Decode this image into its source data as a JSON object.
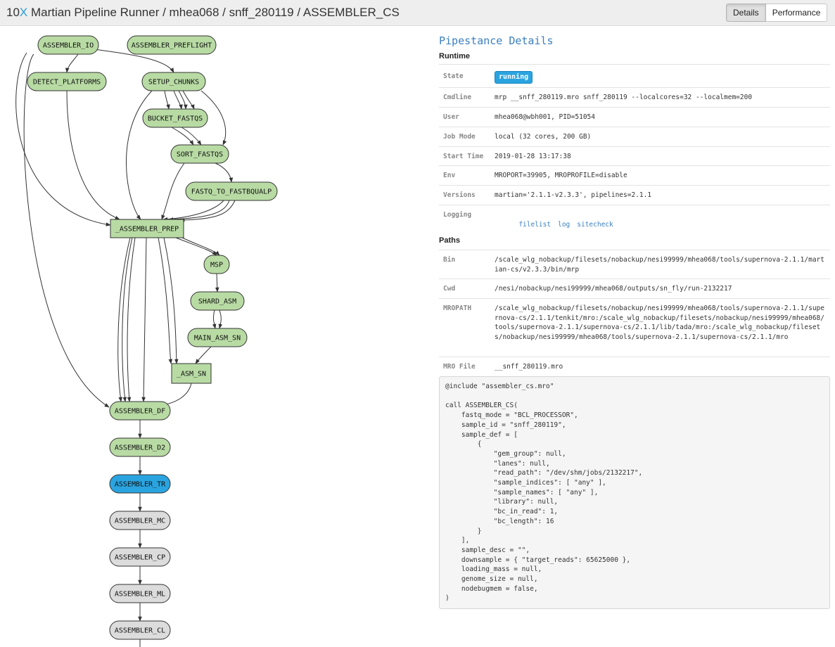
{
  "header": {
    "brand_prefix": "10",
    "brand_x": "X",
    "title": "Martian Pipeline Runner / mhea068 / snff_280119 / ASSEMBLER_CS",
    "tabs": [
      "Details",
      "Performance"
    ]
  },
  "graph": {
    "nodes": [
      {
        "id": "io",
        "label": "ASSEMBLER_IO",
        "status": "complete"
      },
      {
        "id": "preflight",
        "label": "ASSEMBLER_PREFLIGHT",
        "status": "complete"
      },
      {
        "id": "detect",
        "label": "DETECT_PLATFORMS",
        "status": "complete"
      },
      {
        "id": "setup",
        "label": "SETUP_CHUNKS",
        "status": "complete"
      },
      {
        "id": "bucket",
        "label": "BUCKET_FASTQS",
        "status": "complete"
      },
      {
        "id": "sort",
        "label": "SORT_FASTQS",
        "status": "complete"
      },
      {
        "id": "fastq",
        "label": "FASTQ_TO_FASTBQUALP",
        "status": "complete"
      },
      {
        "id": "prep",
        "label": "_ASSEMBLER_PREP",
        "status": "complete",
        "shape": "box"
      },
      {
        "id": "msp",
        "label": "MSP",
        "status": "complete"
      },
      {
        "id": "shard",
        "label": "SHARD_ASM",
        "status": "complete"
      },
      {
        "id": "main",
        "label": "MAIN_ASM_SN",
        "status": "complete"
      },
      {
        "id": "asmsn",
        "label": "_ASM_SN",
        "status": "complete",
        "shape": "box"
      },
      {
        "id": "df",
        "label": "ASSEMBLER_DF",
        "status": "complete"
      },
      {
        "id": "d2",
        "label": "ASSEMBLER_D2",
        "status": "complete"
      },
      {
        "id": "tr",
        "label": "ASSEMBLER_TR",
        "status": "running"
      },
      {
        "id": "mc",
        "label": "ASSEMBLER_MC",
        "status": "pending"
      },
      {
        "id": "cp",
        "label": "ASSEMBLER_CP",
        "status": "pending"
      },
      {
        "id": "ml",
        "label": "ASSEMBLER_ML",
        "status": "pending"
      },
      {
        "id": "cl",
        "label": "ASSEMBLER_CL",
        "status": "pending"
      }
    ],
    "colors": {
      "complete": "#b8dba4",
      "running": "#2aa4e0",
      "pending": "#dcdcdc",
      "stroke": "#333333"
    }
  },
  "details": {
    "title": "Pipestance Details",
    "runtime_heading": "Runtime",
    "state": {
      "label": "State",
      "value": "running"
    },
    "cmdline": {
      "label": "Cmdline",
      "value": "mrp __snff_280119.mro snff_280119 --localcores=32 --localmem=200"
    },
    "user": {
      "label": "User",
      "value": "mhea068@wbh001, PID=51054"
    },
    "jobmode": {
      "label": "Job Mode",
      "value": "local (32 cores, 200 GB)"
    },
    "starttime": {
      "label": "Start Time",
      "value": "2019-01-28 13:17:38"
    },
    "env": {
      "label": "Env",
      "value": "MROPORT=39905, MROPROFILE=disable"
    },
    "versions": {
      "label": "Versions",
      "value": "martian='2.1.1-v2.3.3', pipelines=2.1.1"
    },
    "logging": {
      "label": "Logging",
      "links": [
        "filelist",
        "log",
        "sitecheck"
      ]
    },
    "paths_heading": "Paths",
    "bin": {
      "label": "Bin",
      "value": "/scale_wlg_nobackup/filesets/nobackup/nesi99999/mhea068/tools/supernova-2.1.1/martian-cs/v2.3.3/bin/mrp"
    },
    "cwd": {
      "label": "Cwd",
      "value": "/nesi/nobackup/nesi99999/mhea068/outputs/sn_fly/run-2132217"
    },
    "mropath": {
      "label": "MROPATH",
      "value": "/scale_wlg_nobackup/filesets/nobackup/nesi99999/mhea068/tools/supernova-2.1.1/supernova-cs/2.1.1/tenkit/mro:/scale_wlg_nobackup/filesets/nobackup/nesi99999/mhea068/tools/supernova-2.1.1/supernova-cs/2.1.1/lib/tada/mro:/scale_wlg_nobackup/filesets/nobackup/nesi99999/mhea068/tools/supernova-2.1.1/supernova-cs/2.1.1/mro"
    },
    "mrofile": {
      "label": "MRO File",
      "value": "__snff_280119.mro"
    },
    "mro_source": "@include \"assembler_cs.mro\"\n\ncall ASSEMBLER_CS(\n    fastq_mode = \"BCL_PROCESSOR\",\n    sample_id = \"snff_280119\",\n    sample_def = [\n        {\n            \"gem_group\": null,\n            \"lanes\": null,\n            \"read_path\": \"/dev/shm/jobs/2132217\",\n            \"sample_indices\": [ \"any\" ],\n            \"sample_names\": [ \"any\" ],\n            \"library\": null,\n            \"bc_in_read\": 1,\n            \"bc_length\": 16\n        }\n    ],\n    sample_desc = \"\",\n    downsample = { \"target_reads\": 65625000 },\n    loading_mass = null,\n    genome_size = null,\n    nodebugmem = false,\n)"
  }
}
